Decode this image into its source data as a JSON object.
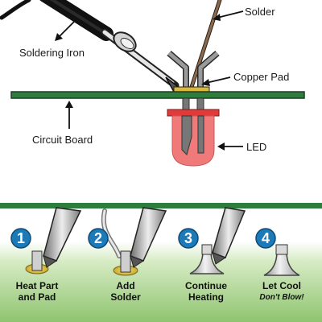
{
  "labels": {
    "solder": "Solder",
    "soldering_iron": "Soldering Iron",
    "copper_pad": "Copper Pad",
    "circuit_board": "Circuit Board",
    "led": "LED"
  },
  "steps": [
    {
      "number": "1",
      "line1": "Heat Part",
      "line2": "and Pad"
    },
    {
      "number": "2",
      "line1": "Add",
      "line2": "Solder"
    },
    {
      "number": "3",
      "line1": "Continue",
      "line2": "Heating"
    },
    {
      "number": "4",
      "line1": "Let Cool",
      "line2": "Don't Blow!"
    }
  ],
  "colors": {
    "board": "#2e7d3e",
    "board_highlight": "#a6cf86",
    "badge": "#1d7ab8",
    "led": "#f07a7a",
    "pad": "#e0c64a",
    "solder_wire": "#8a6a4e"
  }
}
